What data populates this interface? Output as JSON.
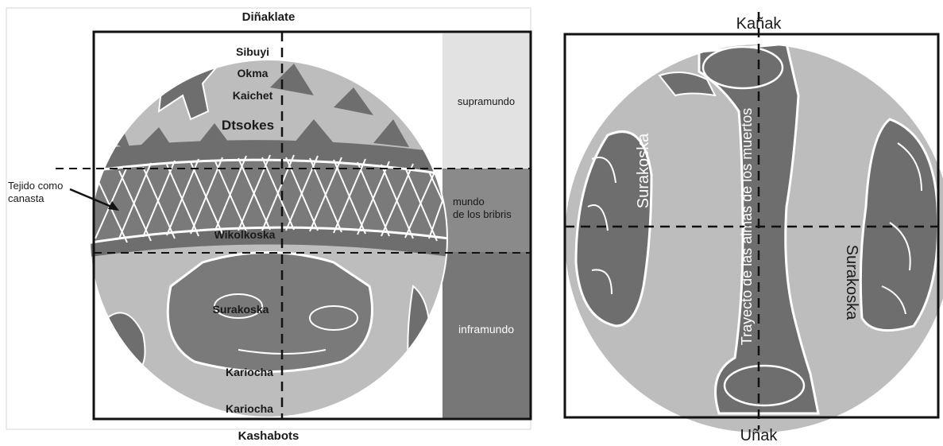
{
  "left_diagram": {
    "top_label": "Diñaklate",
    "bottom_label": "Kashabots",
    "side_label_line1": "Tejido como",
    "side_label_line2": "canasta",
    "inner_labels": {
      "sibuyi": "Sibuyi",
      "okma": "Okma",
      "kaichet": "Kaichet",
      "dtsokes": "Dtsokes",
      "wikolkoska": "Wikolkoska",
      "surakoska": "Surakoska",
      "kariocha_1": "Kariocha",
      "kariocha_2": "Kariocha"
    },
    "realms": {
      "upper": "supramundo",
      "middle_line1": "mundo",
      "middle_line2": "de los bribris",
      "lower": "inframundo"
    },
    "colors": {
      "light_gray": "#bdbdbd",
      "dark_gray": "#6e6e6e",
      "mid_gray": "#8a8a8a",
      "pale_gray": "#e2e2e2"
    }
  },
  "right_diagram": {
    "top_label": "Kañak",
    "bottom_label": "Uñak",
    "left_label": "Surakoska",
    "right_label": "Surakoska",
    "center_label": "Trayecto de las almas de los muertos"
  }
}
